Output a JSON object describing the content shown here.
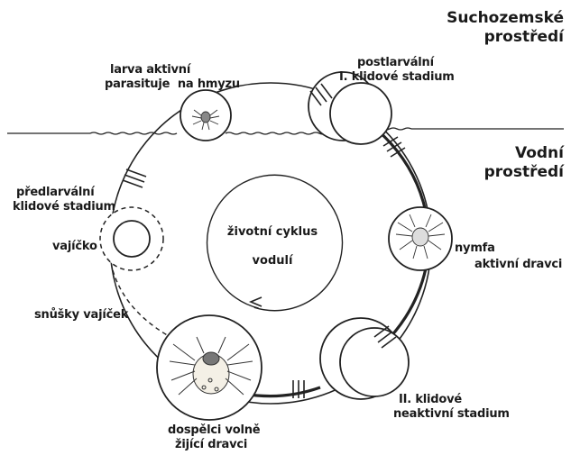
{
  "environments": {
    "terrestrial": [
      "Suchozemské",
      "prostředí"
    ],
    "aquatic": [
      "Vodní",
      "prostředí"
    ]
  },
  "center": {
    "line1": "životní cyklus",
    "line2": "vodulí"
  },
  "stages": {
    "larva": [
      "larva aktivní",
      "parasituje",
      "na hmyzu"
    ],
    "postlarval": [
      "postlarvální",
      "I. klidové stadium"
    ],
    "nymph": [
      "nymfa",
      "aktivní dravci"
    ],
    "second_rest": [
      "II. klidové",
      "neaktivní stadium"
    ],
    "adults": [
      "dospělci volně",
      "žijící dravci"
    ],
    "egg_clutches": "snůšky vajíček",
    "egg": "vajíčko",
    "prelarval": [
      "předlarvální",
      "klidové stadium"
    ]
  }
}
